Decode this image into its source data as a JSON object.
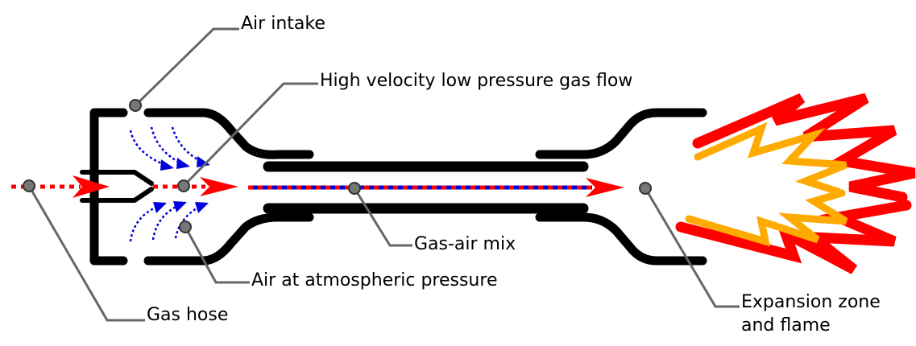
{
  "labels": {
    "air_intake": "Air intake",
    "high_velocity": "High velocity low pressure gas flow",
    "gas_air_mix": "Gas-air mix",
    "air_atmospheric": "Air at atmospheric pressure",
    "gas_hose": "Gas hose",
    "expansion_line1": "Expansion zone",
    "expansion_line2": "and flame"
  },
  "colors": {
    "structure": "#000000",
    "gas": "#ff0000",
    "air": "#0000dd",
    "flame_outer": "#ff0000",
    "flame_inner": "#ffaa00",
    "leader": "#666666",
    "marker": "#777777"
  },
  "icons": [
    "arrowhead",
    "flame",
    "marker-dot"
  ]
}
